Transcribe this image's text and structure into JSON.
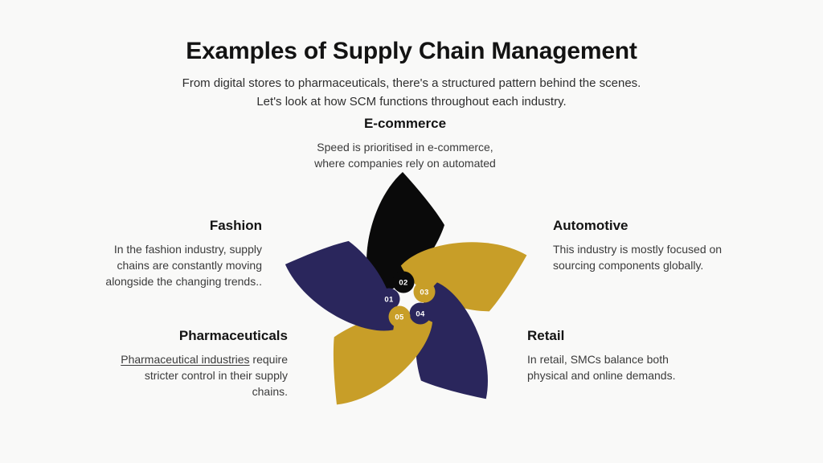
{
  "colors": {
    "background": "#f9f9f8",
    "black": "#0a0a0a",
    "navy": "#2a265c",
    "gold": "#c89e28",
    "heading": "#141414",
    "body_text": "#3b3b3b"
  },
  "header": {
    "title": "Examples of Supply Chain Management",
    "subtitle": "From digital stores to pharmaceuticals, there's a structured pattern behind the scenes.\nLet's look at how SCM functions throughout each industry."
  },
  "sections": {
    "ecommerce": {
      "heading": "E-commerce",
      "body": "Speed is prioritised in e-commerce,\nwhere companies rely on automated"
    },
    "automotive": {
      "heading": "Automotive",
      "body": "This industry is mostly focused on\nsourcing components globally."
    },
    "retail": {
      "heading": "Retail",
      "body": "In retail, SMCs balance both\nphysical and online demands."
    },
    "pharmaceuticals": {
      "heading": "Pharmaceuticals",
      "body_link": "Pharmaceutical industries",
      "body_rest": " require\nstricter control in their supply\nchains."
    },
    "fashion": {
      "heading": "Fashion",
      "body": "In the fashion industry, supply\nchains are constantly moving\nalongside the changing trends.."
    }
  },
  "diagram": {
    "steps": [
      {
        "label": "01"
      },
      {
        "label": "02"
      },
      {
        "label": "03"
      },
      {
        "label": "04"
      },
      {
        "label": "05"
      }
    ]
  }
}
